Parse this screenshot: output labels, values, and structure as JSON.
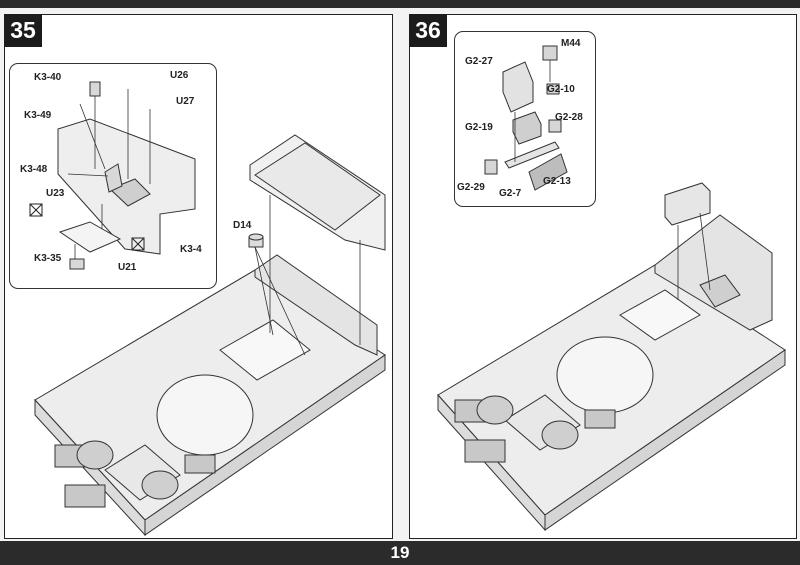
{
  "page_number": "19",
  "steps": [
    {
      "number": "35",
      "callout_labels": {
        "k3_40": "K3-40",
        "u26": "U26",
        "k3_49": "K3-49",
        "u27": "U27",
        "k3_48": "K3-48",
        "u23": "U23",
        "k3_35": "K3-35",
        "u21": "U21",
        "k3_4": "K3-4"
      },
      "main_labels": {
        "d14": "D14"
      }
    },
    {
      "number": "36",
      "callout_labels": {
        "m44": "M44",
        "g2_27": "G2-27",
        "g2_10": "G2-10",
        "g2_19": "G2-19",
        "g2_28": "G2-28",
        "g2_29": "G2-29",
        "g2_7": "G2-7",
        "g2_13": "G2-13"
      }
    }
  ]
}
